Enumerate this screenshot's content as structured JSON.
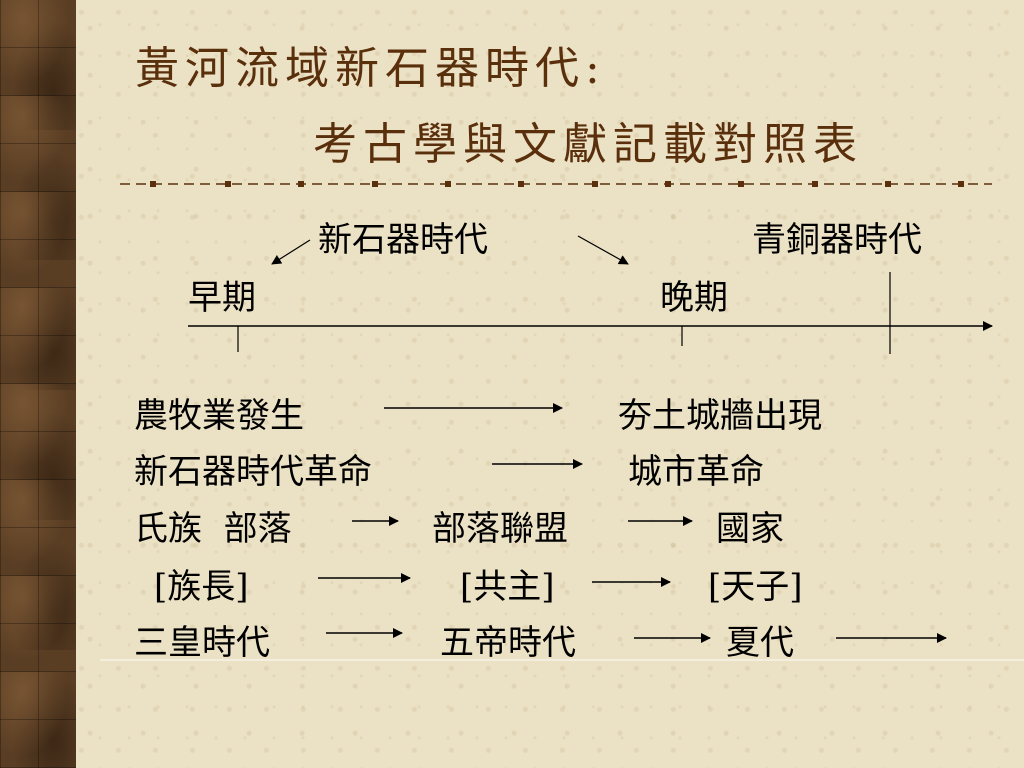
{
  "title": {
    "line1": "黃河流域新石器時代:",
    "line2": "考古學與文獻記載對照表"
  },
  "timeline": {
    "neolithic": "新石器時代",
    "bronze": "青銅器時代",
    "early": "早期",
    "late": "晚期"
  },
  "rows": [
    [
      "農牧業發生",
      "夯土城牆出現"
    ],
    [
      "新石器時代革命",
      "城市革命"
    ],
    [
      "氏族  部落",
      "部落聯盟",
      "國家"
    ],
    [
      "[族長]",
      "[共主]",
      "[天子]"
    ],
    [
      "三皇時代",
      "五帝時代",
      "夏代"
    ]
  ],
  "colors": {
    "title": "#5a2f0c",
    "background": "#ebe1c4",
    "sidebar": "#5a3e24"
  }
}
